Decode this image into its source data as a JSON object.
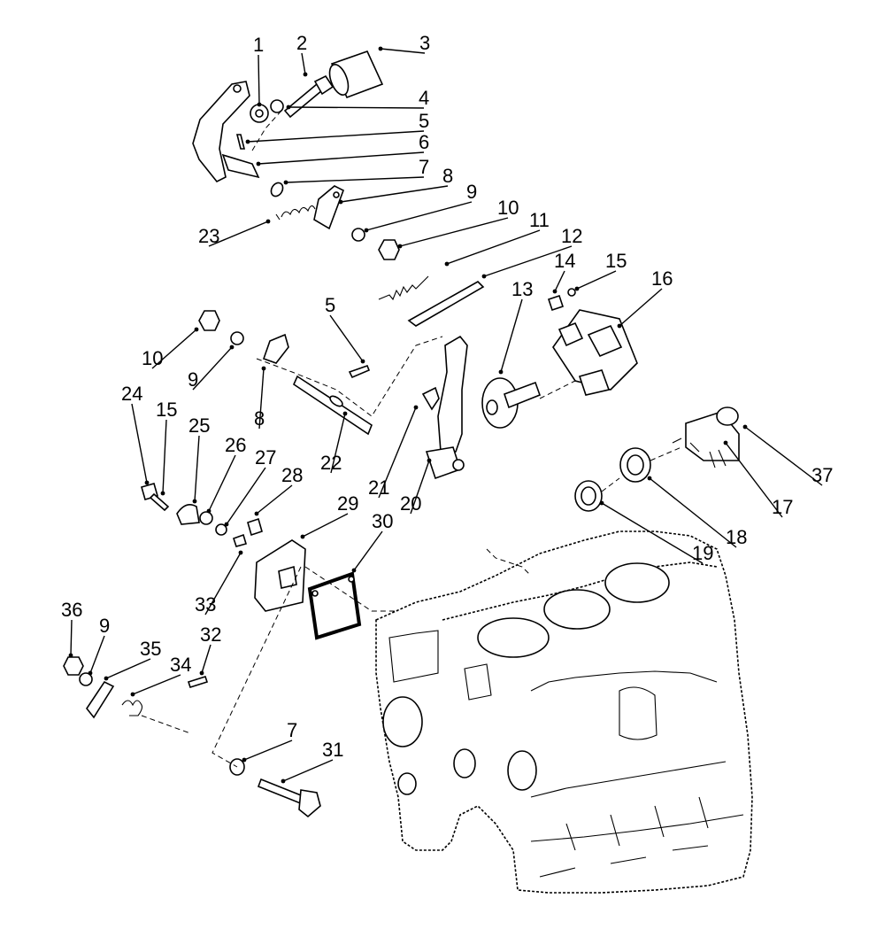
{
  "callouts": [
    {
      "id": "c1",
      "label": "1"
    },
    {
      "id": "c2",
      "label": "2"
    },
    {
      "id": "c3",
      "label": "3"
    },
    {
      "id": "c4",
      "label": "4"
    },
    {
      "id": "c5a",
      "label": "5"
    },
    {
      "id": "c6",
      "label": "6"
    },
    {
      "id": "c7a",
      "label": "7"
    },
    {
      "id": "c8a",
      "label": "8"
    },
    {
      "id": "c9a",
      "label": "9"
    },
    {
      "id": "c10a",
      "label": "10"
    },
    {
      "id": "c11",
      "label": "11"
    },
    {
      "id": "c12",
      "label": "12"
    },
    {
      "id": "c23",
      "label": "23"
    },
    {
      "id": "c14",
      "label": "14"
    },
    {
      "id": "c15a",
      "label": "15"
    },
    {
      "id": "c16",
      "label": "16"
    },
    {
      "id": "c13",
      "label": "13"
    },
    {
      "id": "c5b",
      "label": "5"
    },
    {
      "id": "c10b",
      "label": "10"
    },
    {
      "id": "c9b",
      "label": "9"
    },
    {
      "id": "c8b",
      "label": "8"
    },
    {
      "id": "c22",
      "label": "22"
    },
    {
      "id": "c24",
      "label": "24"
    },
    {
      "id": "c15b",
      "label": "15"
    },
    {
      "id": "c25",
      "label": "25"
    },
    {
      "id": "c26",
      "label": "26"
    },
    {
      "id": "c27",
      "label": "27"
    },
    {
      "id": "c28",
      "label": "28"
    },
    {
      "id": "c29",
      "label": "29"
    },
    {
      "id": "c30",
      "label": "30"
    },
    {
      "id": "c21",
      "label": "21"
    },
    {
      "id": "c20",
      "label": "20"
    },
    {
      "id": "c37",
      "label": "37"
    },
    {
      "id": "c17",
      "label": "17"
    },
    {
      "id": "c18",
      "label": "18"
    },
    {
      "id": "c19",
      "label": "19"
    },
    {
      "id": "c33",
      "label": "33"
    },
    {
      "id": "c36",
      "label": "36"
    },
    {
      "id": "c9c",
      "label": "9"
    },
    {
      "id": "c35",
      "label": "35"
    },
    {
      "id": "c34",
      "label": "34"
    },
    {
      "id": "c32",
      "label": "32"
    },
    {
      "id": "c7b",
      "label": "7"
    },
    {
      "id": "c31",
      "label": "31"
    }
  ]
}
